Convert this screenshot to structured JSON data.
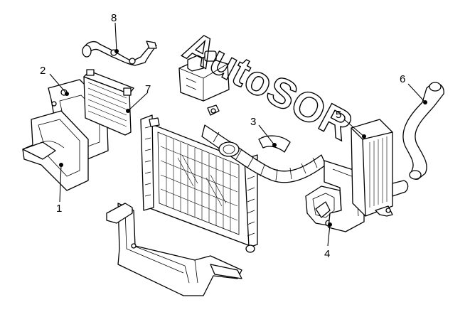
{
  "watermark": {
    "text": "AutoSOR"
  },
  "callouts": [
    {
      "id": "1",
      "label": "1"
    },
    {
      "id": "2",
      "label": "2"
    },
    {
      "id": "3",
      "label": "3"
    },
    {
      "id": "4",
      "label": "4"
    },
    {
      "id": "5",
      "label": "5"
    },
    {
      "id": "6",
      "label": "6"
    },
    {
      "id": "7",
      "label": "7"
    },
    {
      "id": "8",
      "label": "8"
    }
  ]
}
